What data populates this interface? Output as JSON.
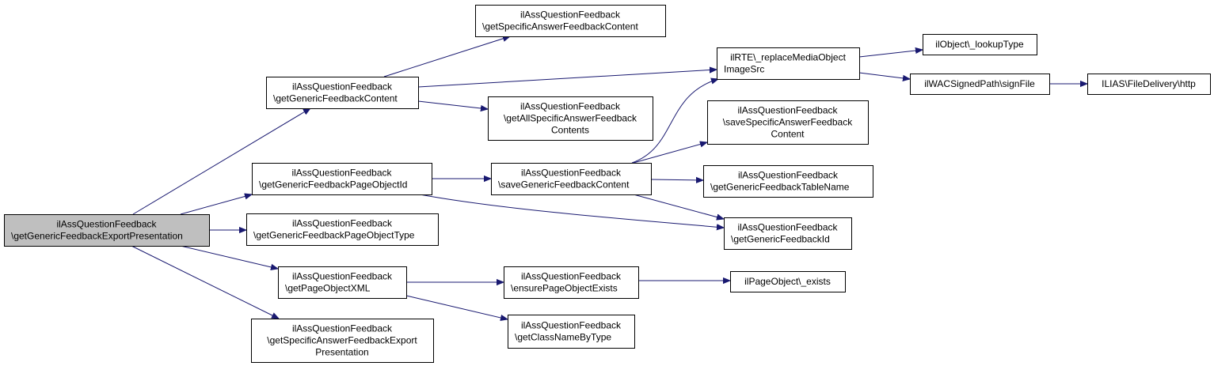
{
  "colors": {
    "node_fill": "#ffffff",
    "root_fill": "#bfbfbf",
    "edge": "#191970",
    "border": "#000000"
  },
  "nodes": {
    "root": {
      "lines": [
        "ilAssQuestionFeedback",
        "\\getGenericFeedbackExportPresentation"
      ],
      "is_root": true
    },
    "gfc": {
      "lines": [
        "ilAssQuestionFeedback",
        "\\getGenericFeedbackContent"
      ]
    },
    "gsafc": {
      "lines": [
        "ilAssQuestionFeedback",
        "\\getSpecificAnswerFeedbackContent"
      ]
    },
    "rte": {
      "lines": [
        "ilRTE\\_replaceMediaObject",
        "ImageSrc"
      ]
    },
    "lookup": {
      "lines": [
        "ilObject\\_lookupType"
      ]
    },
    "wac": {
      "lines": [
        "ilWACSignedPath\\signFile"
      ]
    },
    "http": {
      "lines": [
        "ILIAS\\FileDelivery\\http"
      ]
    },
    "gasafc": {
      "lines": [
        "ilAssQuestionFeedback",
        "\\getAllSpecificAnswerFeedback",
        "Contents"
      ]
    },
    "ssafc": {
      "lines": [
        "ilAssQuestionFeedback",
        "\\saveSpecificAnswerFeedback",
        "Content"
      ]
    },
    "gfpoid": {
      "lines": [
        "ilAssQuestionFeedback",
        "\\getGenericFeedbackPageObjectId"
      ]
    },
    "sgfc": {
      "lines": [
        "ilAssQuestionFeedback",
        "\\saveGenericFeedbackContent"
      ]
    },
    "gftn": {
      "lines": [
        "ilAssQuestionFeedback",
        "\\getGenericFeedbackTableName"
      ]
    },
    "gfid": {
      "lines": [
        "ilAssQuestionFeedback",
        "\\getGenericFeedbackId"
      ]
    },
    "gfpotype": {
      "lines": [
        "ilAssQuestionFeedback",
        "\\getGenericFeedbackPageObjectType"
      ]
    },
    "gpoxml": {
      "lines": [
        "ilAssQuestionFeedback",
        "\\getPageObjectXML"
      ]
    },
    "epoe": {
      "lines": [
        "ilAssQuestionFeedback",
        "\\ensurePageObjectExists"
      ]
    },
    "poexists": {
      "lines": [
        "ilPageObject\\_exists"
      ]
    },
    "gcnbt": {
      "lines": [
        "ilAssQuestionFeedback",
        "\\getClassNameByType"
      ]
    },
    "gsafep": {
      "lines": [
        "ilAssQuestionFeedback",
        "\\getSpecificAnswerFeedbackExport",
        "Presentation"
      ]
    }
  },
  "edges": [
    [
      "root",
      "gfc"
    ],
    [
      "root",
      "gfpoid"
    ],
    [
      "root",
      "gfpotype"
    ],
    [
      "root",
      "gpoxml"
    ],
    [
      "root",
      "gsafep"
    ],
    [
      "gfc",
      "gsafc"
    ],
    [
      "gfc",
      "rte"
    ],
    [
      "gfc",
      "gasafc"
    ],
    [
      "rte",
      "lookup"
    ],
    [
      "rte",
      "wac"
    ],
    [
      "wac",
      "http"
    ],
    [
      "gfpoid",
      "sgfc"
    ],
    [
      "gfpoid",
      "gfid"
    ],
    [
      "sgfc",
      "rte"
    ],
    [
      "sgfc",
      "ssafc"
    ],
    [
      "sgfc",
      "gftn"
    ],
    [
      "sgfc",
      "gfid"
    ],
    [
      "gpoxml",
      "epoe"
    ],
    [
      "gpoxml",
      "gcnbt"
    ],
    [
      "epoe",
      "poexists"
    ]
  ]
}
